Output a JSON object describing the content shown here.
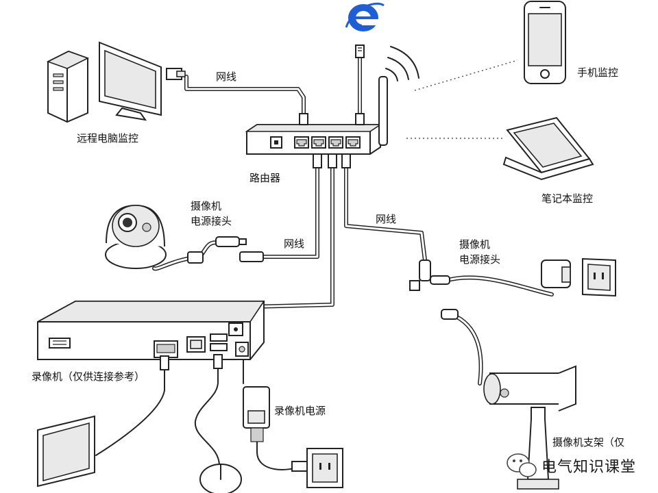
{
  "diagram": {
    "labels": {
      "network_cable_top": "网线",
      "remote_pc": "远程电脑监控",
      "router": "路由器",
      "mobile": "手机监控",
      "laptop": "笔记本监控",
      "dome_power_1": "摄像机",
      "dome_power_2": "电源接头",
      "network_cable_mid": "网线",
      "network_cable_right": "网线",
      "bullet_power_1": "摄像机",
      "bullet_power_2": "电源接头",
      "recorder": "录像机（仅供连接参考）",
      "recorder_power": "录像机电源",
      "camera_bracket": "摄像机支架（仅"
    },
    "watermark": "电气知识课堂",
    "icons": [
      "ie-logo-icon",
      "desktop-pc-icon",
      "monitor-icon",
      "router-icon",
      "wifi-signal-icon",
      "smartphone-icon",
      "laptop-icon",
      "dome-camera-icon",
      "bullet-camera-icon",
      "nvr-recorder-icon",
      "power-adapter-icon",
      "wall-socket-icon",
      "mouse-icon",
      "wechat-icon"
    ],
    "colors": {
      "ie_blue": "#1f5fd6",
      "line": "#222222",
      "wire_gray": "#8a8a8a"
    }
  }
}
